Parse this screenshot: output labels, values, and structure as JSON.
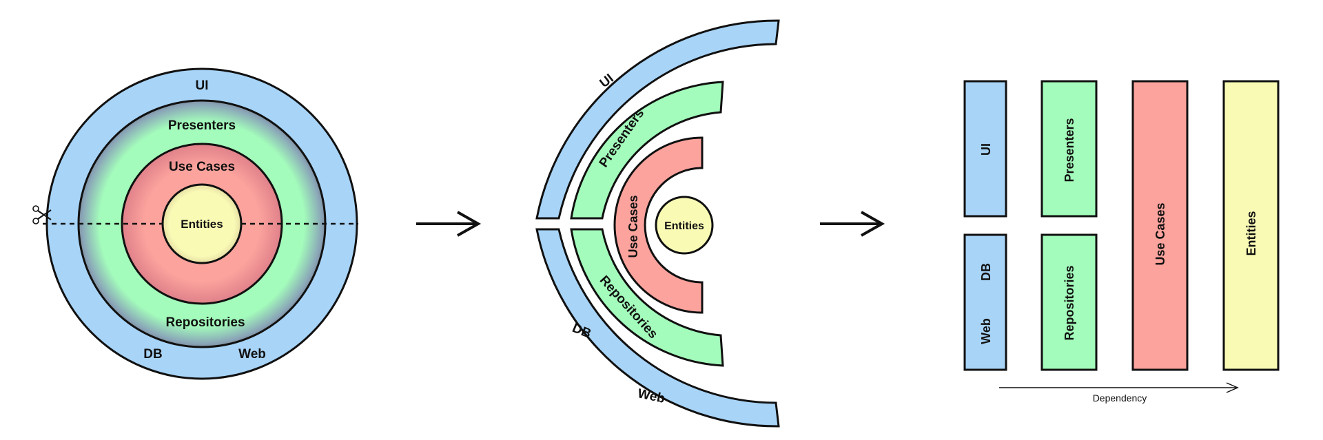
{
  "colors": {
    "ui": "#a8d4f8",
    "presenters": "#a3fcbb",
    "use_cases": "#fca39d",
    "entities": "#f9fbb5",
    "outline": "#111111"
  },
  "concentric": {
    "ui": "UI",
    "presenters": "Presenters",
    "use_cases": "Use Cases",
    "entities": "Entities",
    "repositories": "Repositories",
    "db": "DB",
    "web": "Web",
    "cut_icon": "scissors-icon"
  },
  "split": {
    "ui": "UI",
    "presenters": "Presenters",
    "use_cases": "Use Cases",
    "entities": "Entities",
    "repositories": "Repositories",
    "db": "DB",
    "web": "Web"
  },
  "columns": {
    "ui": "UI",
    "presenters": "Presenters",
    "db": "DB",
    "web": "Web",
    "repositories": "Repositories",
    "use_cases": "Use Cases",
    "entities": "Entities",
    "dependency": "Dependency"
  }
}
